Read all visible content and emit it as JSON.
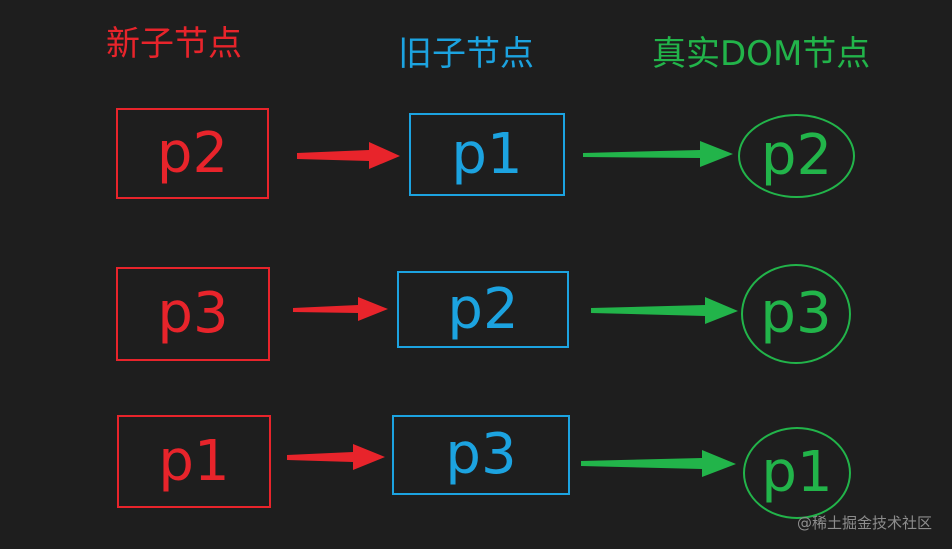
{
  "columns": {
    "new_title": "新子节点",
    "old_title": "旧子节点",
    "real_title": "真实DOM节点"
  },
  "rows": [
    {
      "new": "p2",
      "old": "p1",
      "real": "p2"
    },
    {
      "new": "p3",
      "old": "p2",
      "real": "p3"
    },
    {
      "new": "p1",
      "old": "p3",
      "real": "p1"
    }
  ],
  "colors": {
    "new": "#e8242b",
    "old": "#1ca3e0",
    "real": "#22b44a",
    "background": "#1e1e1e"
  },
  "watermark": "@稀土掘金技术社区"
}
